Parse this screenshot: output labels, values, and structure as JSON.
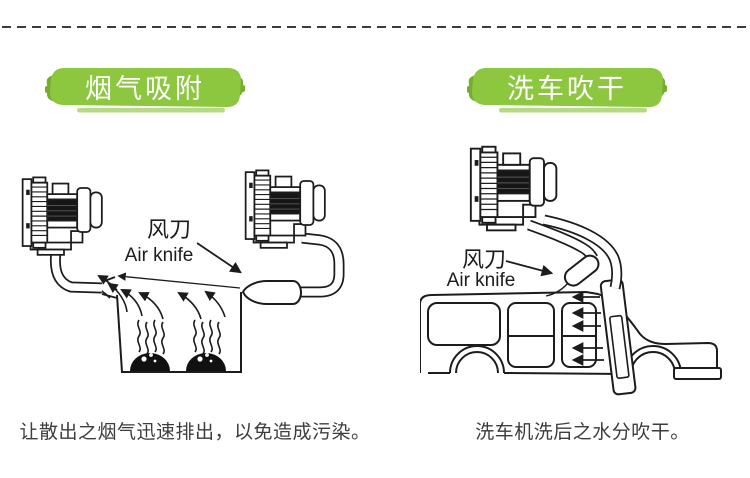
{
  "page": {
    "background": "#ffffff"
  },
  "divider": {
    "color": "#3c3c3c",
    "style": "dashed"
  },
  "theme": {
    "banner_green": "#8dc63f",
    "banner_green_dark": "#76ad2e",
    "banner_underline": "#b5da85",
    "line_color": "#1c1c1c",
    "caption_color": "#3d3d3d",
    "banner_text_color": "#ffffff"
  },
  "sections": [
    {
      "banner": "烟气吸附",
      "air_knife_label_cn": "风刀",
      "air_knife_label_en": "Air knife",
      "caption": "让散出之烟气迅速排出，以免造成污染。"
    },
    {
      "banner": "洗车吹干",
      "air_knife_label_cn": "风刀",
      "air_knife_label_en": "Air knife",
      "caption": "洗车机洗后之水分吹干。"
    }
  ]
}
